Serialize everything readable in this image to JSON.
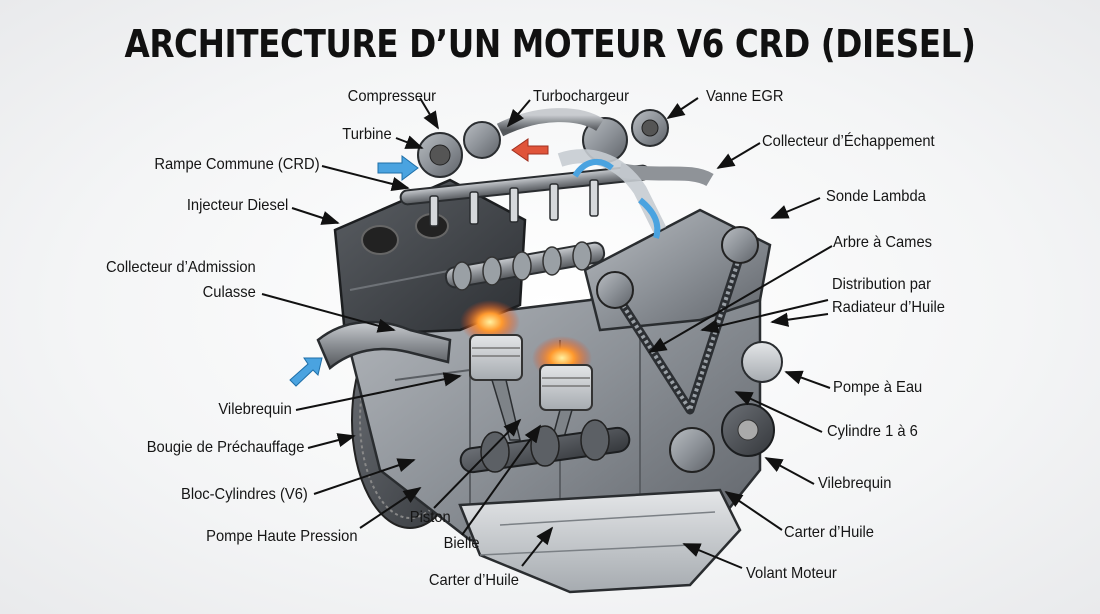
{
  "title": "ARCHITECTURE D’UN MOTEUR V6 CRD (DIESEL)",
  "labels": {
    "compresseur": "Compresseur",
    "turbochargeur": "Turbochargeur",
    "vanne_egr": "Vanne EGR",
    "turbine": "Turbine",
    "collecteur_echappement": "Collecteur d’Échappement",
    "rampe_commune": "Rampe Commune (CRD)",
    "sonde_lambda": "Sonde Lambda",
    "injecteur_diesel": "Injecteur Diesel",
    "arbre_a_cames": "Arbre à Cames",
    "collecteur_admission": "Collecteur d’Admission",
    "distribution_line1": "Distribution par",
    "distribution_line2": "Radiateur d’Huile",
    "culasse": "Culasse",
    "pompe_a_eau": "Pompe à Eau",
    "vilebrequin_left": "Vilebrequin",
    "cylindre": "Cylindre 1 à 6",
    "bougie": "Bougie de Préchauffage",
    "vilebrequin_right": "Vilebrequin",
    "bloc_cylindres": "Bloc-Cylindres (V6)",
    "piston": "Piston",
    "carter_huile_right": "Carter d’Huile",
    "pompe_haute_pression": "Pompe Haute Pression",
    "bielle": "Bielle",
    "carter_huile_bottom": "Carter d’Huile",
    "volant_moteur": "Volant Moteur"
  }
}
